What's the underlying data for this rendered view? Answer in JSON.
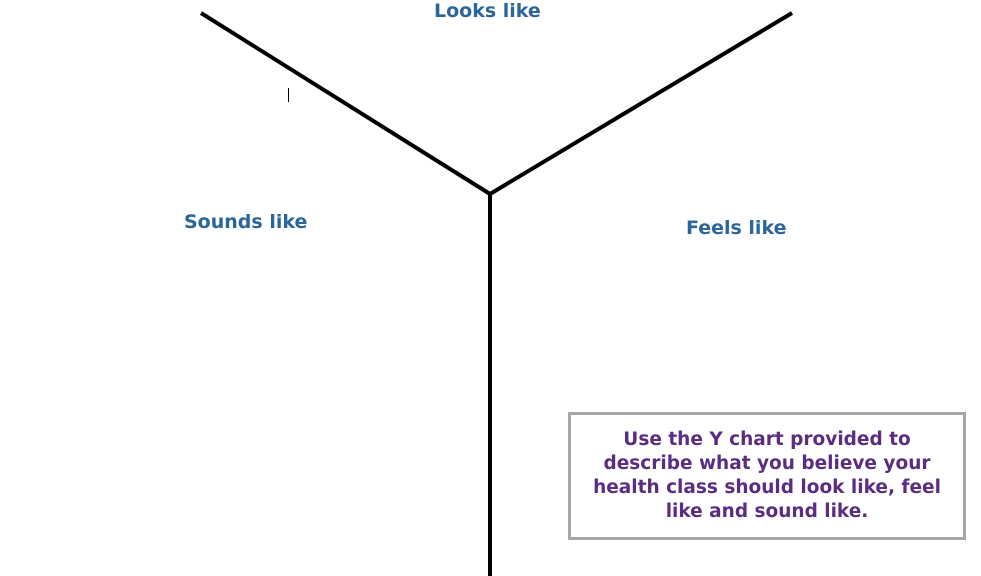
{
  "labels": {
    "top": "Looks like",
    "left": "Sounds like",
    "right": "Feels like"
  },
  "instructions": {
    "text": "Use the Y chart provided to describe what you believe your health class should look like, feel like and sound like."
  },
  "colors": {
    "label": "#2b6599",
    "instruction_text": "#5a2d82",
    "box_border": "#a6a6a6",
    "lines": "#000000"
  }
}
